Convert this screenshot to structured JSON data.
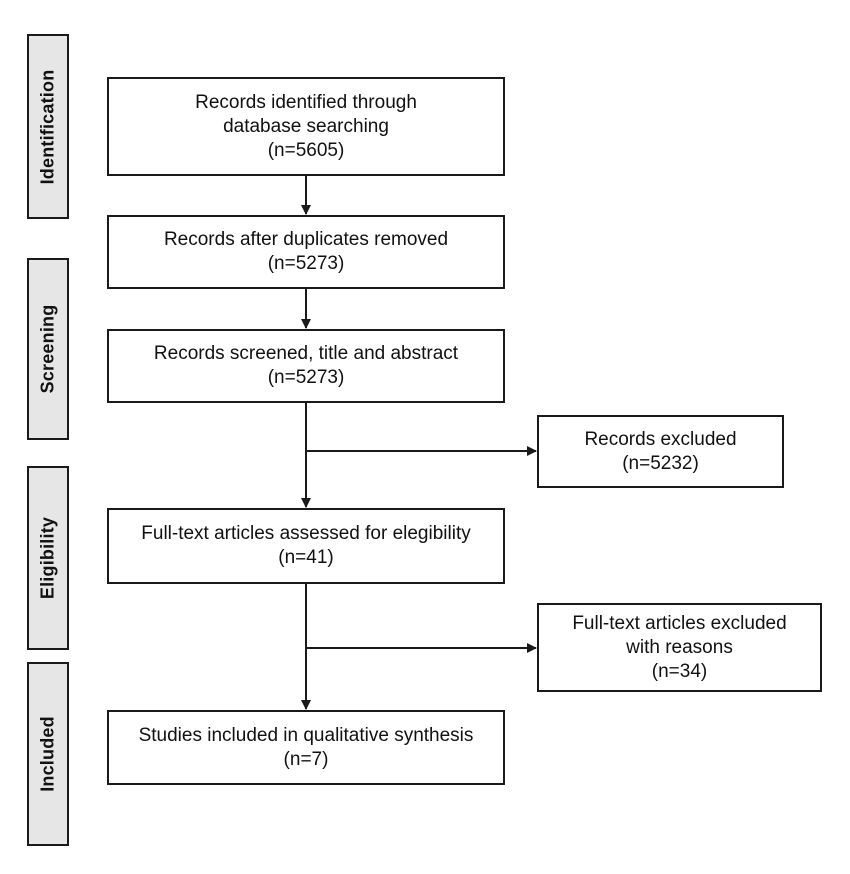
{
  "stages": {
    "identification": "Identification",
    "screening": "Screening",
    "eligibility": "Eligibility",
    "included": "Included"
  },
  "boxes": {
    "identified": {
      "line1": "Records identified through",
      "line2": "database searching",
      "count": "(n=5605)"
    },
    "after_duplicates": {
      "line1": "Records after duplicates removed",
      "count": "(n=5273)"
    },
    "screened": {
      "line1": "Records screened, title and abstract",
      "count": "(n=5273)"
    },
    "excluded": {
      "line1": "Records excluded",
      "count": "(n=5232)"
    },
    "full_text": {
      "line1": "Full-text articles assessed for elegibility",
      "count": "(n=41)"
    },
    "full_text_excluded": {
      "line1": "Full-text articles excluded",
      "line2": "with reasons",
      "count": "(n=34)"
    },
    "included": {
      "line1": "Studies included in qualitative synthesis",
      "count": "(n=7)"
    }
  }
}
